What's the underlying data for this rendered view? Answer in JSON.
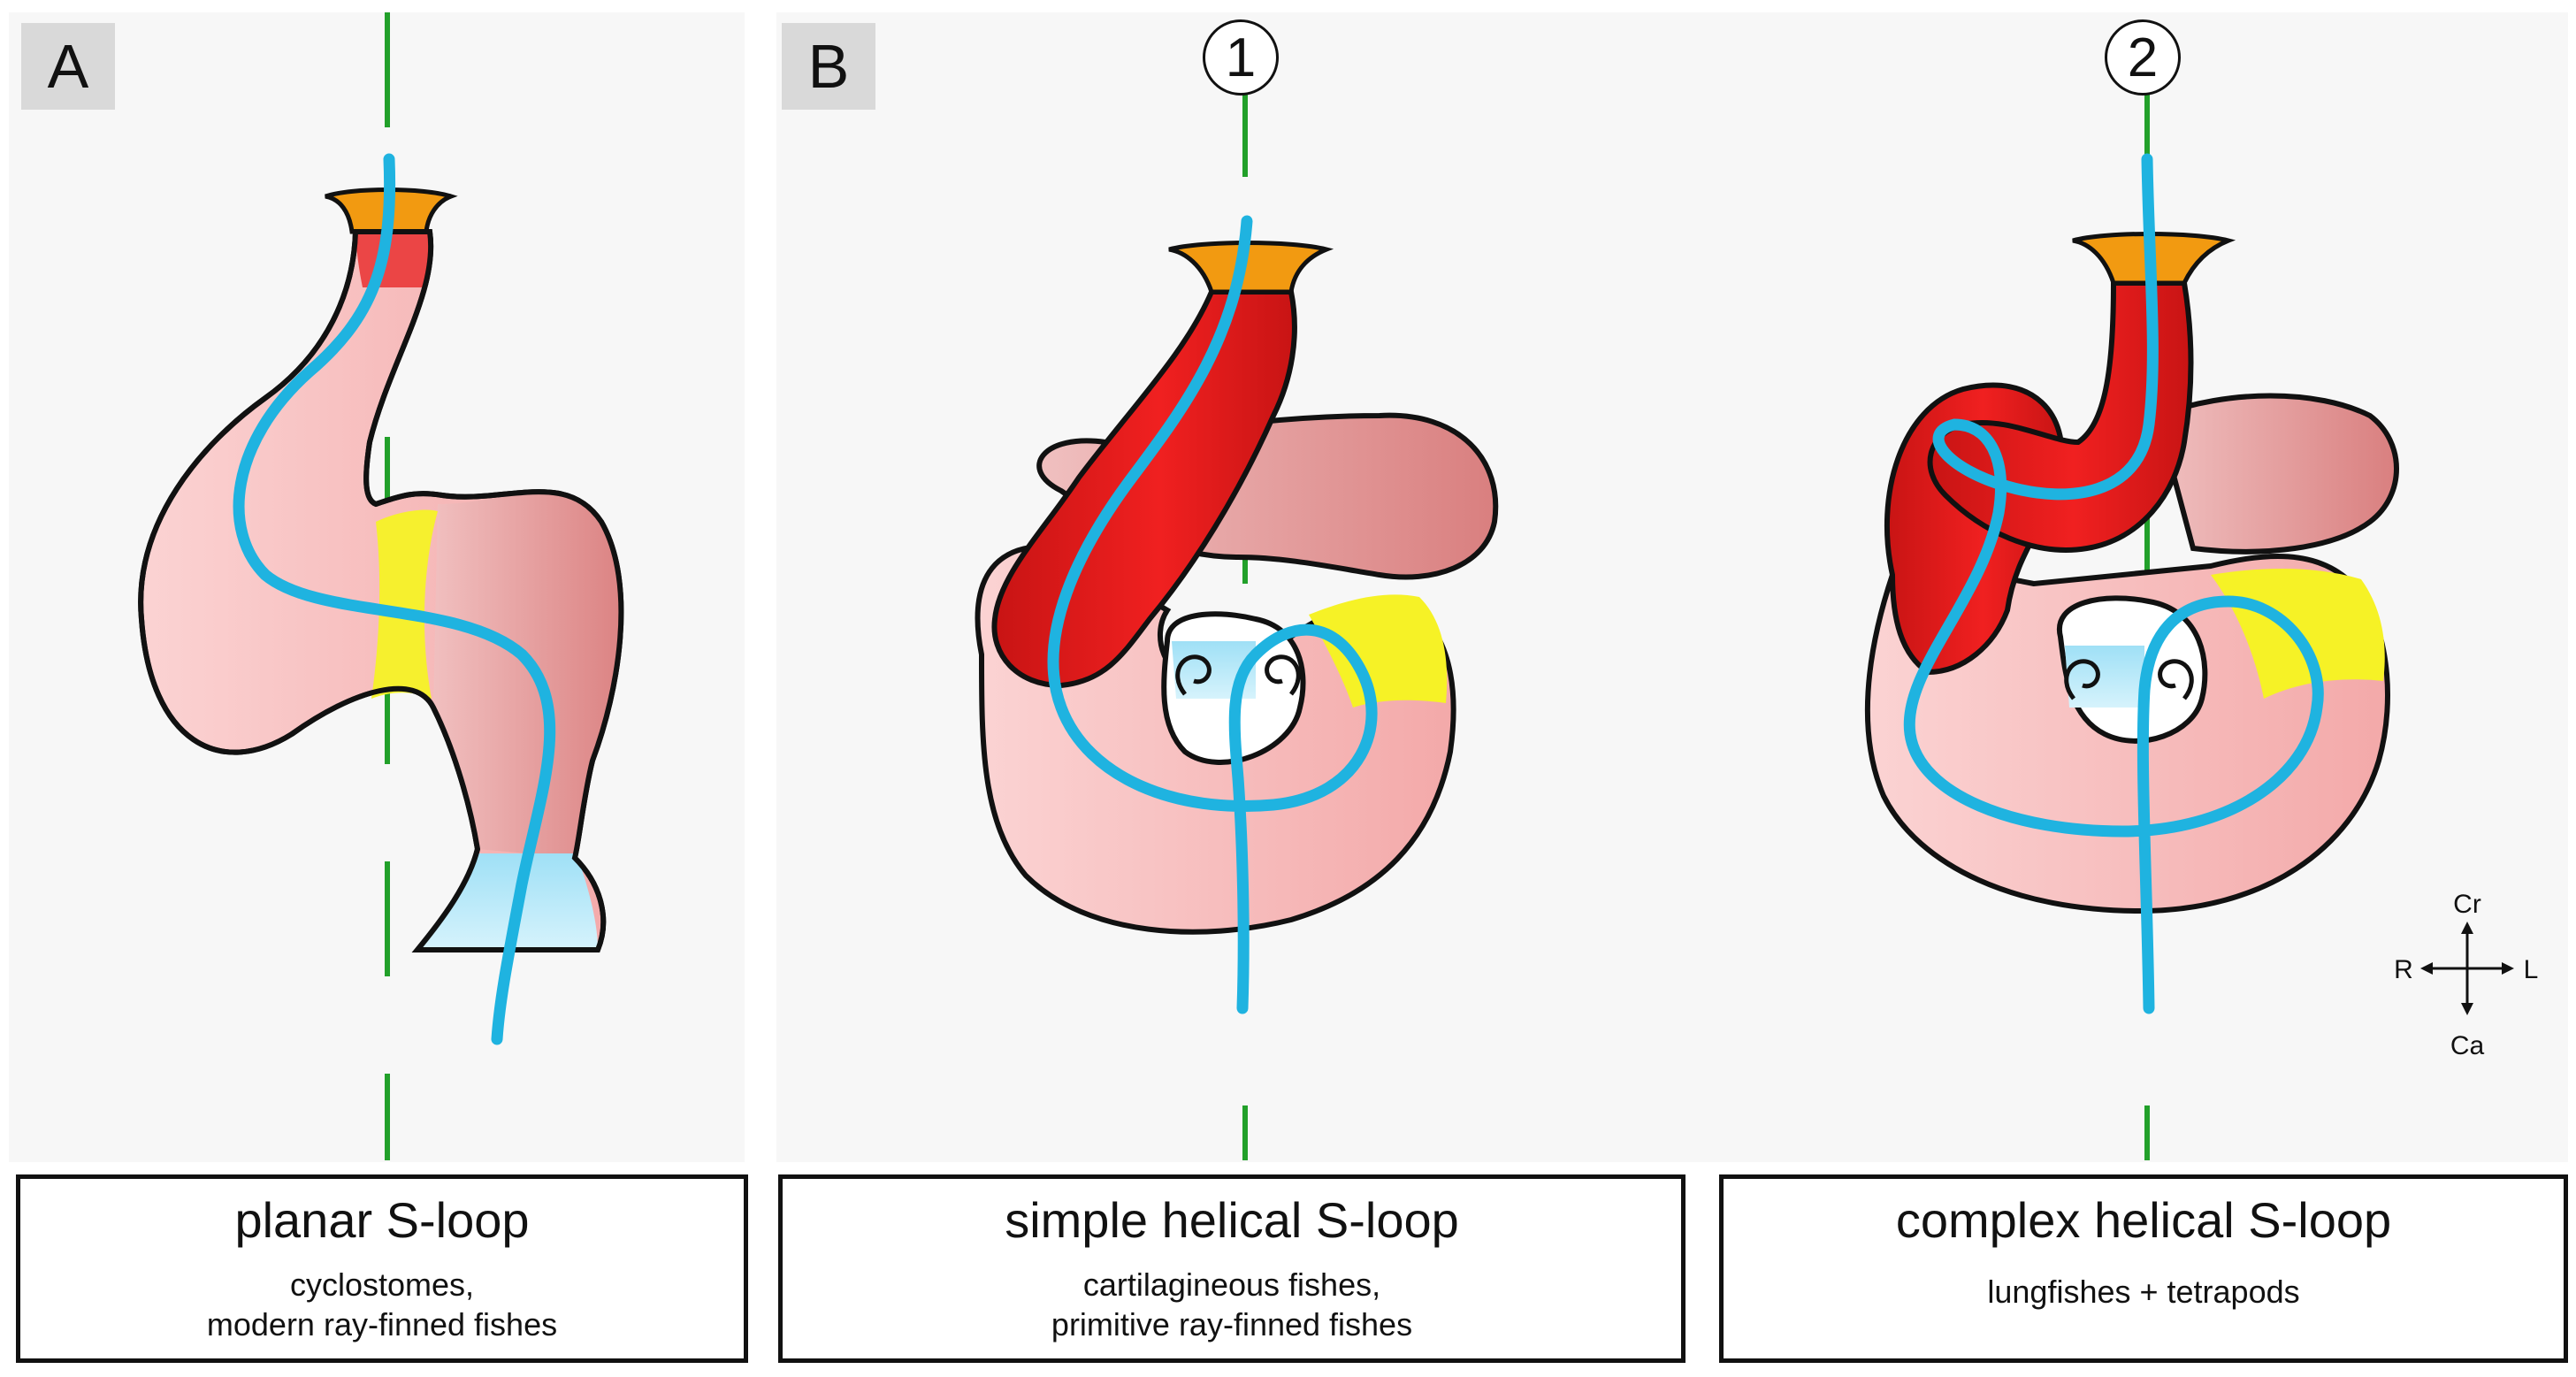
{
  "panels": [
    {
      "letter": "A"
    },
    {
      "letter": "B"
    }
  ],
  "variants": [
    {
      "number": "1"
    },
    {
      "number": "2"
    }
  ],
  "captions": [
    {
      "title": "planar S-loop",
      "line1": "cyclostomes,",
      "line2": "modern ray-finned fishes"
    },
    {
      "title": "simple helical S-loop",
      "line1": "cartilagineous fishes,",
      "line2": "primitive ray-finned fishes"
    },
    {
      "title": "complex helical S-loop",
      "line1": "lungfishes + tetrapods",
      "line2": ""
    }
  ],
  "orientation": {
    "cranial": "Cr",
    "caudal": "Ca",
    "right": "R",
    "left": "L"
  },
  "colors": {
    "midline": "#22a02a",
    "flow": "#1fb3e0",
    "outflow_orange": "#f29a11",
    "red_segment": "#e81c1c",
    "pink_segment": "#f6b3b3",
    "yellow_segment": "#f6f226",
    "inflow_blue": "#a9e4f7",
    "outline": "#111111"
  }
}
